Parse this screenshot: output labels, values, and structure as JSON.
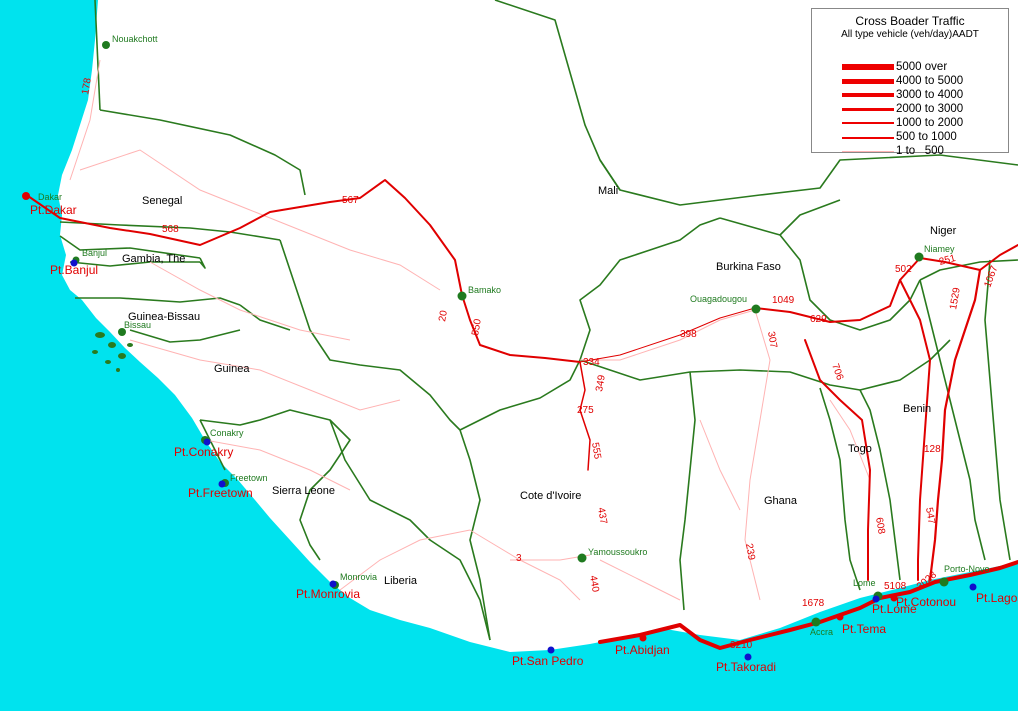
{
  "legend": {
    "title": "Cross Boader Traffic",
    "subtitle": "All type vehicle (veh/day)AADT",
    "items": [
      "5000 over",
      "4000 to 5000",
      "3000 to 4000",
      "2000 to 3000",
      "1000 to 2000",
      "500 to 1000",
      "1 to   500"
    ]
  },
  "countries": {
    "mali": "Mali",
    "senegal": "Senegal",
    "gambia": "Gambia, The",
    "guinea_bissau": "Guinea-Bissau",
    "guinea": "Guinea",
    "sierra_leone": "Sierra Leone",
    "liberia": "Liberia",
    "cote_divoire": "Cote d'Ivoire",
    "burkina_faso": "Burkina Faso",
    "ghana": "Ghana",
    "togo": "Togo",
    "benin": "Benin",
    "niger": "Niger"
  },
  "cities": {
    "nouakchott": "Nouakchott",
    "dakar": "Dakar",
    "banjul": "Banjul",
    "bissau": "Bissau",
    "conakry": "Conakry",
    "freetown": "Freetown",
    "monrovia": "Monrovia",
    "bamako": "Bamako",
    "ouagadougou": "Ouagadougou",
    "yamoussoukro": "Yamoussoukro",
    "niamey": "Niamey",
    "accra": "Accra",
    "lome": "Lome",
    "porto_novo": "Porto-Novo"
  },
  "ports": {
    "dakar": "Pt.Dakar",
    "banjul": "Pt.Banjul",
    "conakry": "Pt.Conakry",
    "freetown": "Pt.Freetown",
    "monrovia": "Pt.Monrovia",
    "san_pedro": "Pt.San Pedro",
    "abidjan": "Pt.Abidjan",
    "takoradi": "Pt.Takoradi",
    "tema": "Pt.Tema",
    "lome": "Pt.Lome",
    "cotonou": "Pt.Cotonou",
    "lagos": "Pt.Lagos"
  },
  "traffic": {
    "v178": "178",
    "v568": "568",
    "v567": "567",
    "v550": "550",
    "v20": "20",
    "v334": "334",
    "v349": "349",
    "v275": "275",
    "v398": "398",
    "v555": "555",
    "v437": "437",
    "v440": "440",
    "v3": "3",
    "v1049": "1049",
    "v629": "629",
    "v307": "307",
    "v706": "706",
    "v239": "239",
    "v608": "608",
    "v128": "128",
    "v547": "547",
    "v502": "502",
    "v251": "251",
    "v1067": "1067",
    "v1529": "1529",
    "v1678": "1678",
    "v5108": "5108",
    "v3028": "3028",
    "v3210": "3210"
  },
  "colors": {
    "sea": "#00e3ee",
    "land": "#ffffff",
    "border": "#2a7a1e",
    "road": "#e00000",
    "minor_road": "#ffb3b3",
    "city": "#1f7a1f",
    "port": "#1010cc"
  }
}
